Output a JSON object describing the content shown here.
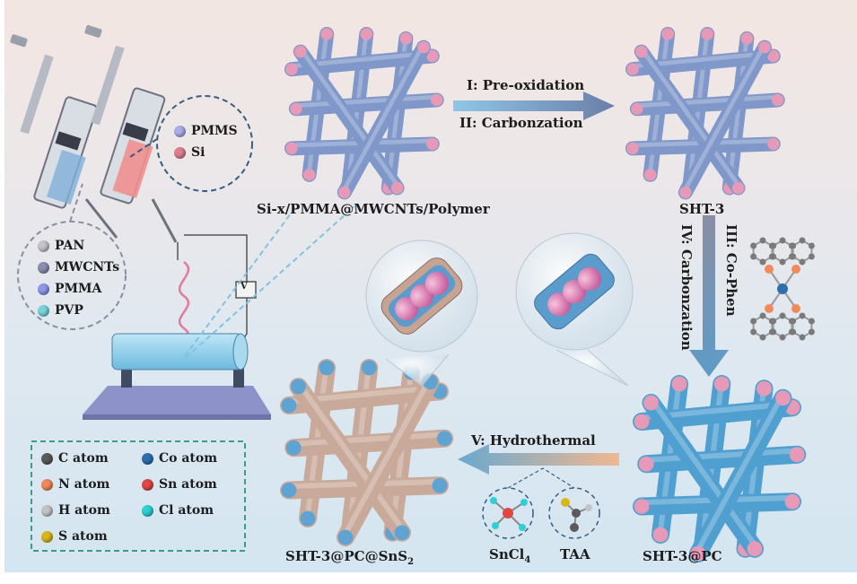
{
  "labels": {
    "si_fiber": "Si-x/PMMA@MWCNTs/Polymer",
    "sht3": "SHT-3",
    "sht3_pc": "SHT-3@PC",
    "sht3_pc_sns2": "SHT-3@PC@SnS",
    "sns2_subscript": "2",
    "sncl": "SnCl",
    "sncl_subscript": "4",
    "taa": "TAA",
    "voltage": "V"
  },
  "steps": {
    "step1": "I: Pre-oxidation",
    "step2": "II: Carbonzation",
    "step3": "III: Co-Phen",
    "step4": "IV: Carbonzation",
    "step5": "V: Hydrothermal"
  },
  "syringe_right_legend": [
    {
      "label": "PMMS",
      "color": "#a9aee8"
    },
    {
      "label": "Si",
      "color": "#e07e8e"
    }
  ],
  "syringe_left_legend": [
    {
      "label": "PAN",
      "color": "#c7c2cf"
    },
    {
      "label": "MWCNTs",
      "color": "#8a8fb0"
    },
    {
      "label": "PMMA",
      "color": "#8c97e8"
    },
    {
      "label": "PVP",
      "color": "#79d3da"
    }
  ],
  "atom_legend": [
    {
      "label": "C atom",
      "color": "#5a5a5a"
    },
    {
      "label": "N atom",
      "color": "#f08a5a"
    },
    {
      "label": "H atom",
      "color": "#c4c4c4"
    },
    {
      "label": "S atom",
      "color": "#d9b71a"
    },
    {
      "label": "Co atom",
      "color": "#2d6fae"
    },
    {
      "label": "Sn atom",
      "color": "#e04848"
    },
    {
      "label": "Cl atom",
      "color": "#2fcfd6"
    }
  ],
  "colors": {
    "fiber_blue": "#7f97c9",
    "fiber_pc": "#4f9fd0",
    "fiber_sns2": "#c8a99a",
    "tip_pink": "#e79ab7",
    "arrow_teal": "#6fb8d6",
    "arrow_orange": "#e6b08a"
  }
}
